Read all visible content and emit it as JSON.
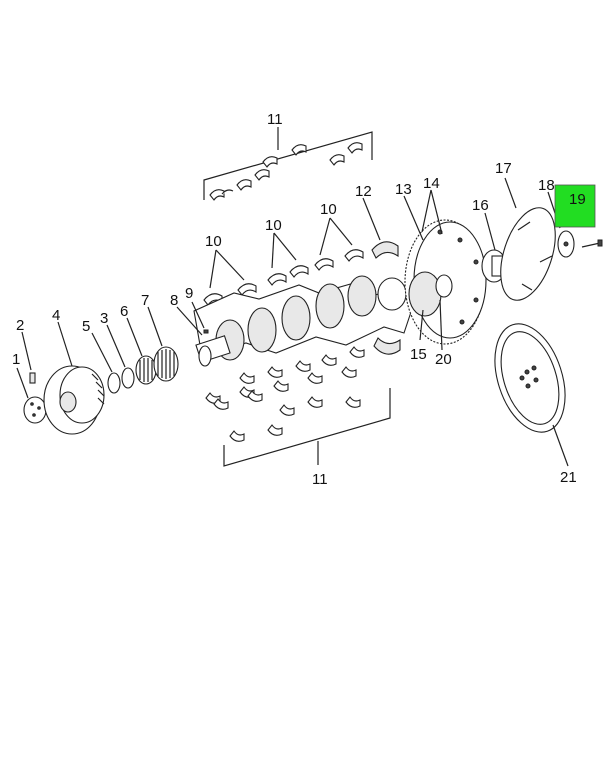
{
  "callouts": {
    "c1": "1",
    "c2": "2",
    "c3": "3",
    "c4": "4",
    "c5": "5",
    "c6": "6",
    "c7": "7",
    "c8": "8",
    "c9": "9",
    "c10a": "10",
    "c10b": "10",
    "c10c": "10",
    "c11_top": "11",
    "c11_bottom": "11",
    "c12": "12",
    "c13": "13",
    "c14": "14",
    "c15": "15",
    "c16": "16",
    "c17": "17",
    "c18": "18",
    "c19": "19",
    "c20": "20",
    "c21": "21"
  },
  "colors": {
    "highlight": "#22dd22",
    "line": "#222222"
  }
}
